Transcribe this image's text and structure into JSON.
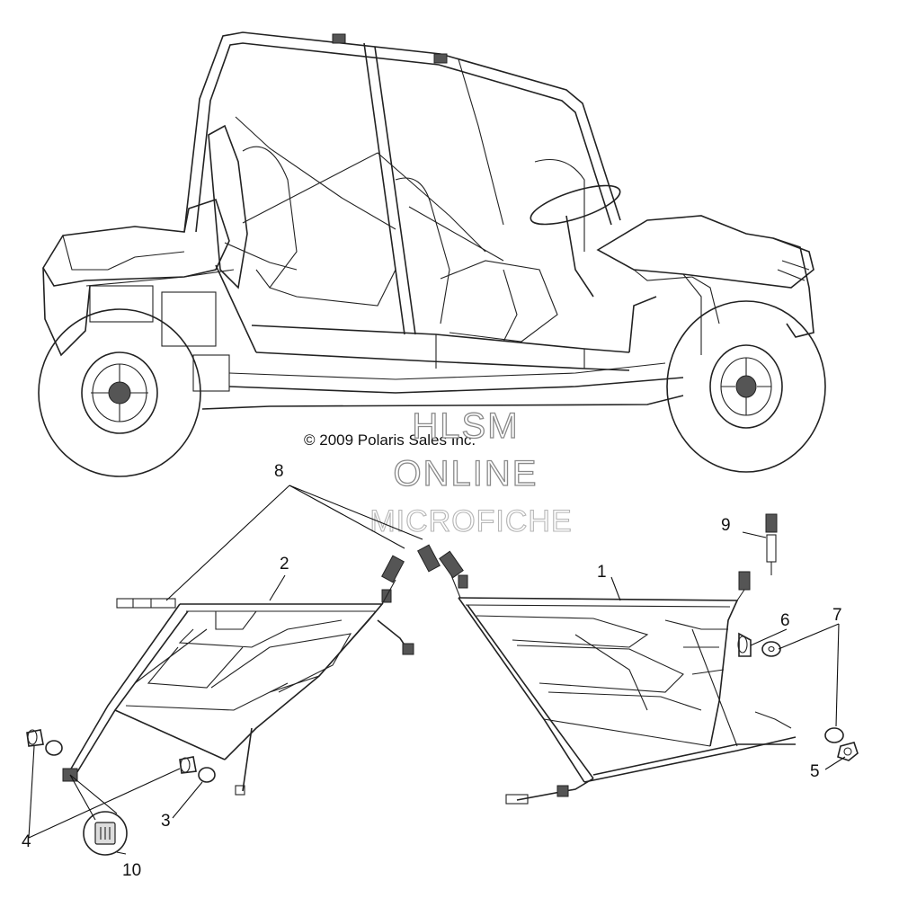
{
  "diagram": {
    "copyright": "© 2009 Polaris Sales Inc.",
    "watermark": [
      "HLSM",
      "ONLINE",
      "MICROFICHE"
    ],
    "callouts": [
      "1",
      "2",
      "3",
      "4",
      "5",
      "6",
      "7",
      "8",
      "9",
      "10"
    ]
  }
}
